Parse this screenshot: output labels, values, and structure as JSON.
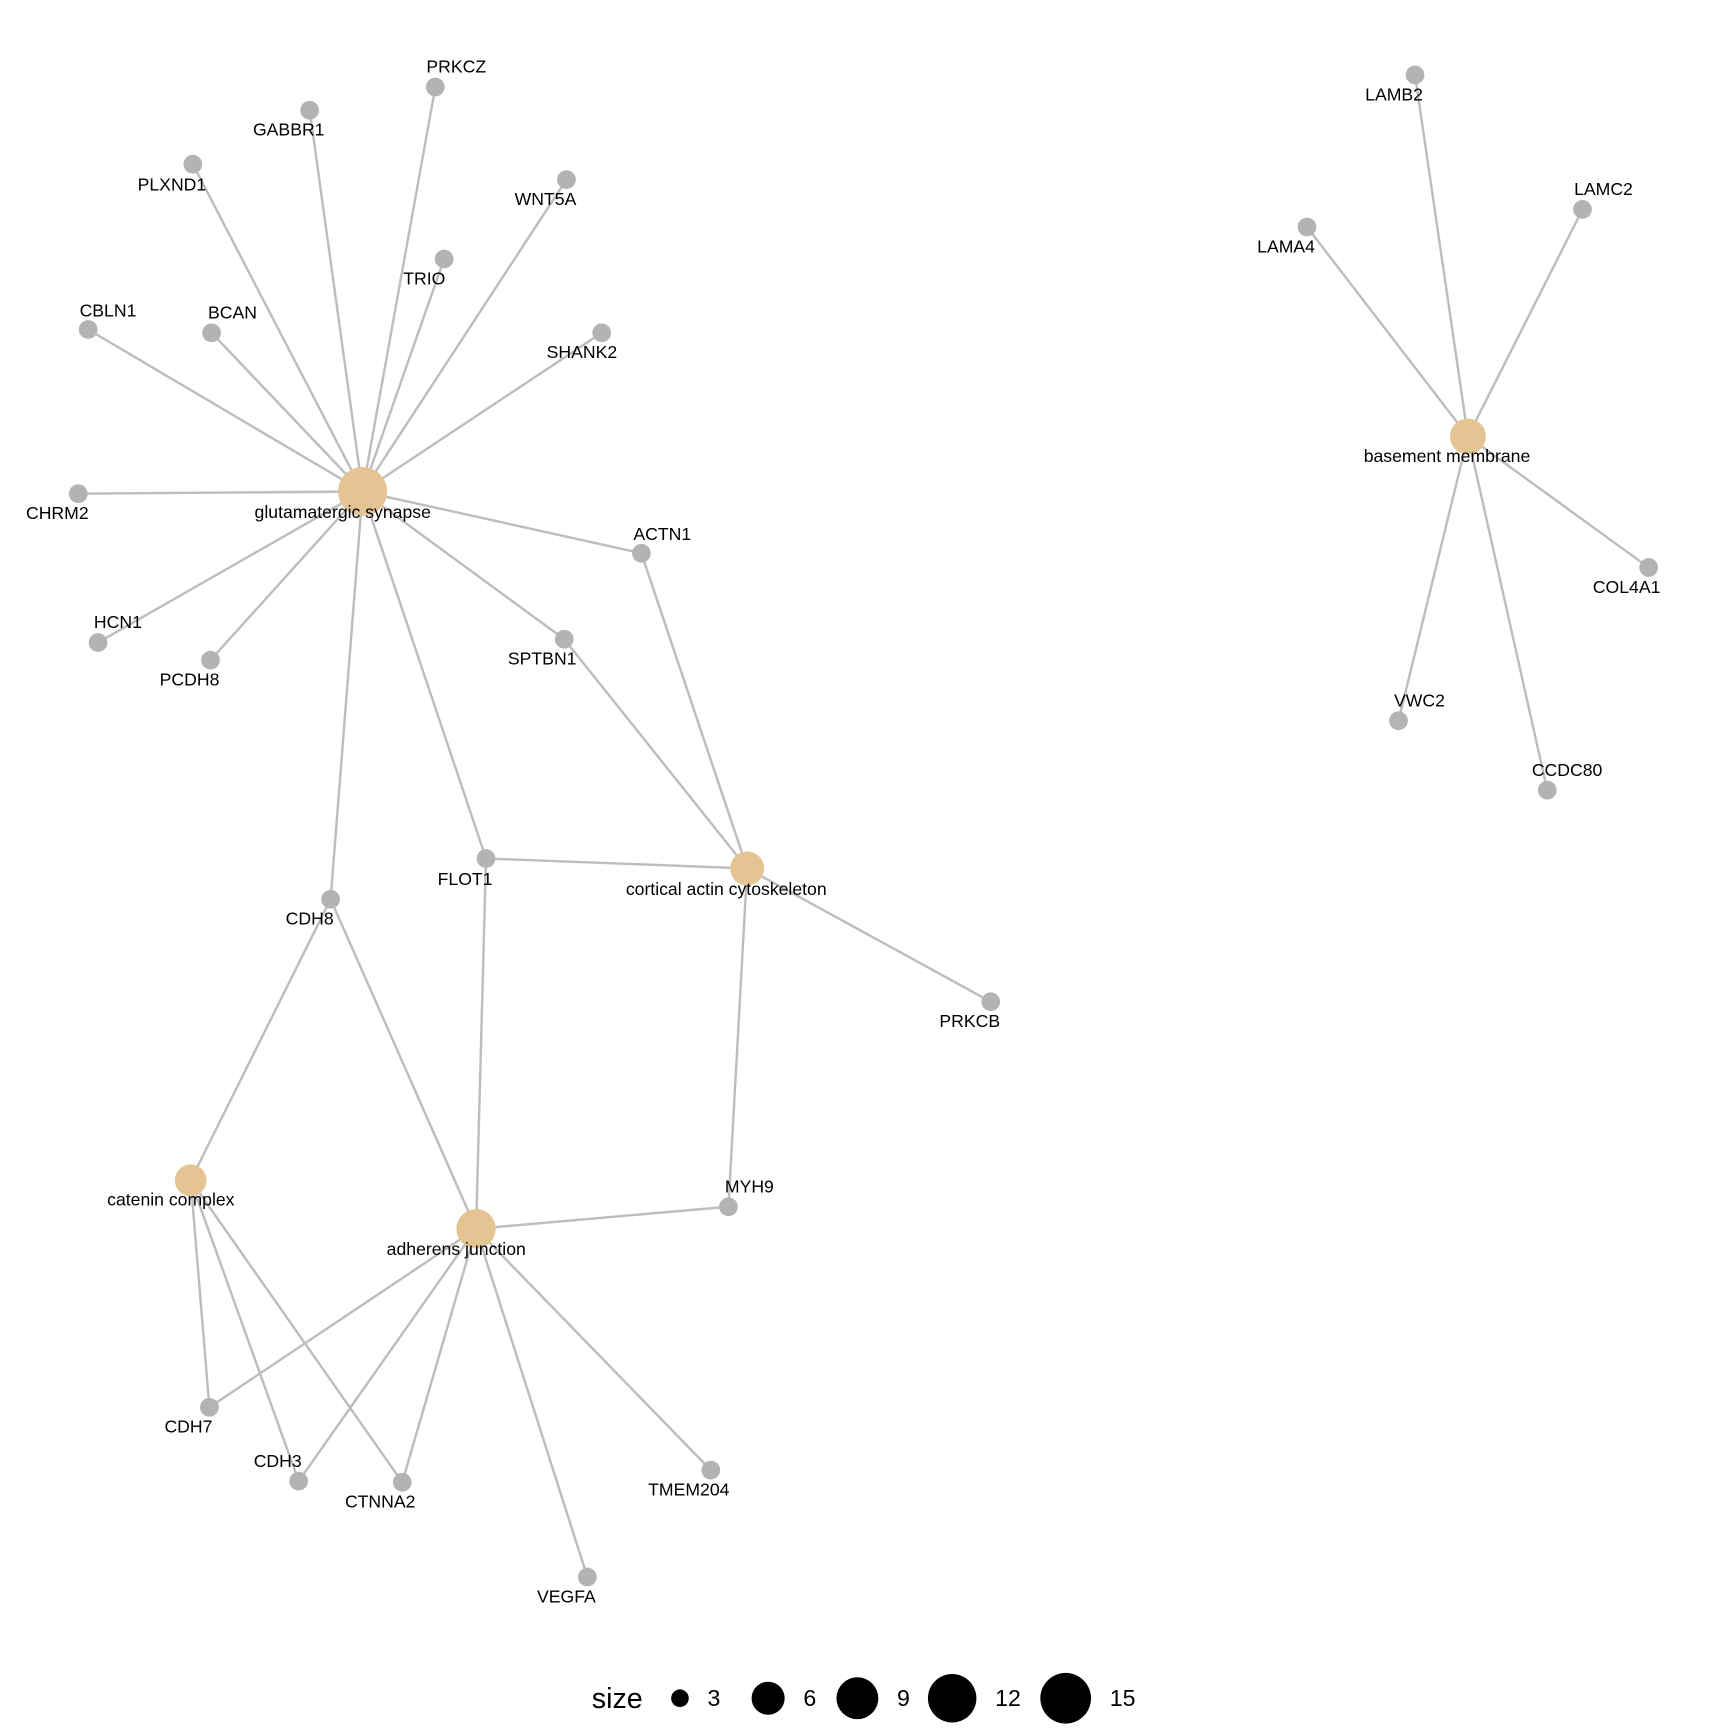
{
  "colors": {
    "category": "#E5C494",
    "gene": "#B3B3B3",
    "edge": "#BDBDBD"
  },
  "categories": [
    {
      "id": "glutamatergic synapse",
      "label": "glutamatergic synapse",
      "size": 15
    },
    {
      "id": "basement membrane",
      "label": "basement membrane",
      "size": 6
    },
    {
      "id": "cortical actin cytoskeleton",
      "label": "cortical actin cytoskeleton",
      "size": 5
    },
    {
      "id": "adherens junction",
      "label": "adherens junction",
      "size": 8
    },
    {
      "id": "catenin complex",
      "label": "catenin complex",
      "size": 4
    }
  ],
  "genes": [
    "PRKCZ",
    "GABBR1",
    "PLXND1",
    "WNT5A",
    "TRIO",
    "CBLN1",
    "BCAN",
    "SHANK2",
    "CHRM2",
    "HCN1",
    "PCDH8",
    "ACTN1",
    "SPTBN1",
    "FLOT1",
    "CDH8",
    "PRKCB",
    "MYH9",
    "CDH7",
    "CDH3",
    "CTNNA2",
    "TMEM204",
    "VEGFA",
    "LAMB2",
    "LAMC2",
    "LAMA4",
    "COL4A1",
    "VWC2",
    "CCDC80"
  ],
  "edges": [
    [
      "glutamatergic synapse",
      "PRKCZ"
    ],
    [
      "glutamatergic synapse",
      "GABBR1"
    ],
    [
      "glutamatergic synapse",
      "PLXND1"
    ],
    [
      "glutamatergic synapse",
      "WNT5A"
    ],
    [
      "glutamatergic synapse",
      "TRIO"
    ],
    [
      "glutamatergic synapse",
      "CBLN1"
    ],
    [
      "glutamatergic synapse",
      "BCAN"
    ],
    [
      "glutamatergic synapse",
      "SHANK2"
    ],
    [
      "glutamatergic synapse",
      "CHRM2"
    ],
    [
      "glutamatergic synapse",
      "HCN1"
    ],
    [
      "glutamatergic synapse",
      "PCDH8"
    ],
    [
      "glutamatergic synapse",
      "ACTN1"
    ],
    [
      "glutamatergic synapse",
      "SPTBN1"
    ],
    [
      "glutamatergic synapse",
      "FLOT1"
    ],
    [
      "glutamatergic synapse",
      "CDH8"
    ],
    [
      "basement membrane",
      "LAMB2"
    ],
    [
      "basement membrane",
      "LAMC2"
    ],
    [
      "basement membrane",
      "LAMA4"
    ],
    [
      "basement membrane",
      "COL4A1"
    ],
    [
      "basement membrane",
      "VWC2"
    ],
    [
      "basement membrane",
      "CCDC80"
    ],
    [
      "cortical actin cytoskeleton",
      "ACTN1"
    ],
    [
      "cortical actin cytoskeleton",
      "SPTBN1"
    ],
    [
      "cortical actin cytoskeleton",
      "FLOT1"
    ],
    [
      "cortical actin cytoskeleton",
      "PRKCB"
    ],
    [
      "cortical actin cytoskeleton",
      "MYH9"
    ],
    [
      "adherens junction",
      "CDH8"
    ],
    [
      "adherens junction",
      "FLOT1"
    ],
    [
      "adherens junction",
      "MYH9"
    ],
    [
      "adherens junction",
      "CDH7"
    ],
    [
      "adherens junction",
      "CDH3"
    ],
    [
      "adherens junction",
      "CTNNA2"
    ],
    [
      "adherens junction",
      "VEGFA"
    ],
    [
      "adherens junction",
      "TMEM204"
    ],
    [
      "catenin complex",
      "CDH8"
    ],
    [
      "catenin complex",
      "CDH7"
    ],
    [
      "catenin complex",
      "CDH3"
    ],
    [
      "catenin complex",
      "CTNNA2"
    ]
  ],
  "legend": {
    "title": "size",
    "values": [
      "3",
      "6",
      "9",
      "12",
      "15"
    ]
  }
}
